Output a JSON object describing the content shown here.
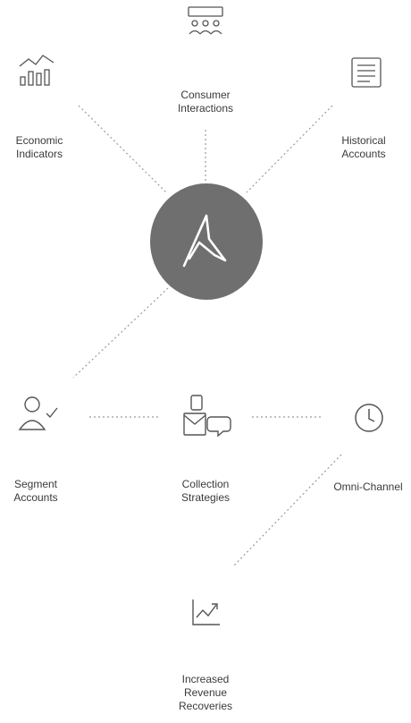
{
  "diagram": {
    "center_icon": "brand-logo-icon",
    "nodes": [
      {
        "id": "consumer",
        "icon": "people-group-icon",
        "lines": [
          "Consumer",
          "Interactions"
        ]
      },
      {
        "id": "economic",
        "icon": "bar-chart-trend-icon",
        "lines": [
          "Economic",
          "Indicators"
        ]
      },
      {
        "id": "historical",
        "icon": "ledger-document-icon",
        "lines": [
          "Historical",
          "Accounts"
        ]
      },
      {
        "id": "segment",
        "icon": "user-check-icon",
        "lines": [
          "Segment",
          "Accounts"
        ]
      },
      {
        "id": "collection",
        "icon": "phone-mail-chat-icon",
        "lines": [
          "Collection",
          "Strategies"
        ]
      },
      {
        "id": "omni",
        "icon": "clock-icon",
        "lines": [
          "Omni-Channel"
        ]
      },
      {
        "id": "revenue",
        "icon": "trending-chart-icon",
        "lines": [
          "Increased",
          "Revenue",
          "Recoveries"
        ]
      }
    ],
    "colors": {
      "hub": "#6f6f6f",
      "line": "#9a9a9a",
      "text": "#3a3a3a",
      "icon": "#555555"
    }
  }
}
